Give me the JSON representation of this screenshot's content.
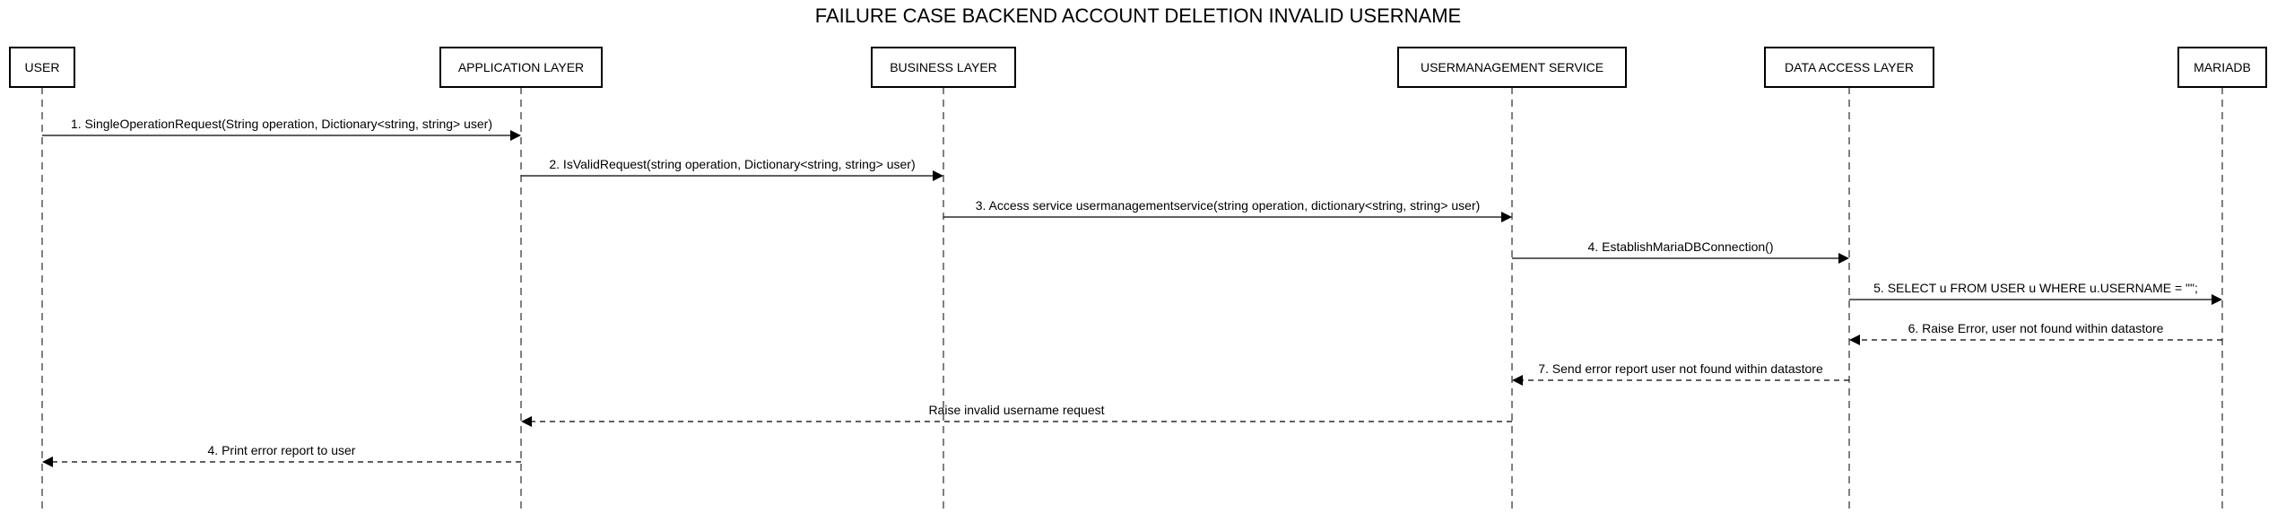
{
  "diagram": {
    "title": "FAILURE CASE BACKEND ACCOUNT DELETION INVALID USERNAME",
    "participants": [
      {
        "id": "user",
        "label": "USER"
      },
      {
        "id": "app",
        "label": "APPLICATION LAYER"
      },
      {
        "id": "business",
        "label": "BUSINESS LAYER"
      },
      {
        "id": "ums",
        "label": "USERMANAGEMENT SERVICE"
      },
      {
        "id": "dal",
        "label": "DATA ACCESS LAYER"
      },
      {
        "id": "db",
        "label": "MARIADB"
      }
    ],
    "messages": [
      {
        "from": "user",
        "to": "app",
        "style": "solid",
        "label": "1. SingleOperationRequest(String operation, Dictionary<string, string> user)"
      },
      {
        "from": "app",
        "to": "business",
        "style": "solid",
        "label": "2. IsValidRequest(string operation, Dictionary<string, string> user)"
      },
      {
        "from": "business",
        "to": "ums",
        "style": "solid",
        "label": "3. Access service usermanagementservice(string operation, dictionary<string, string> user)"
      },
      {
        "from": "ums",
        "to": "dal",
        "style": "solid",
        "label": "4. EstablishMariaDBConnection()"
      },
      {
        "from": "dal",
        "to": "db",
        "style": "solid",
        "label": "5. SELECT u FROM USER u WHERE u.USERNAME = \"\";"
      },
      {
        "from": "db",
        "to": "dal",
        "style": "dashed",
        "label": "6. Raise Error, user not found within datastore"
      },
      {
        "from": "dal",
        "to": "ums",
        "style": "dashed",
        "label": "7. Send error report user not found within datastore"
      },
      {
        "from": "ums",
        "to": "app",
        "style": "dashed",
        "label": "Raise invalid username request"
      },
      {
        "from": "app",
        "to": "user",
        "style": "dashed",
        "label": "4. Print error report to user"
      }
    ]
  }
}
